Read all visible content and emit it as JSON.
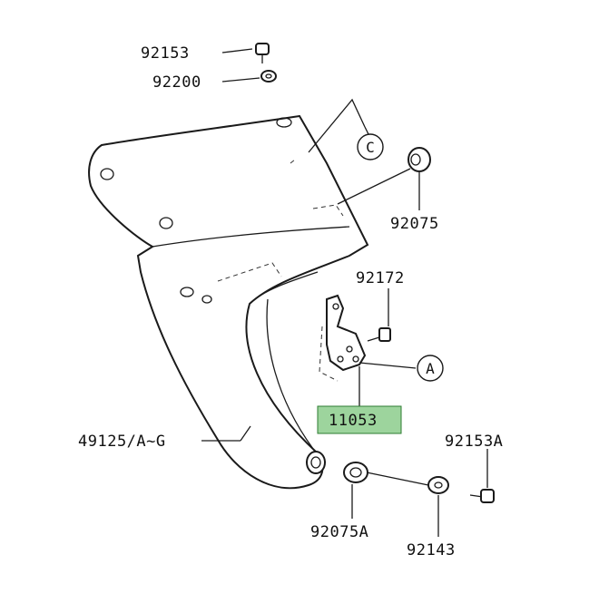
{
  "diagram": {
    "part_numbers": {
      "p92153": "92153",
      "p92200": "92200",
      "p92075": "92075",
      "p92172": "92172",
      "p11053": "11053",
      "p49125": "49125/A~G",
      "p92153A": "92153A",
      "p92075A": "92075A",
      "p92143": "92143"
    },
    "reference_markers": {
      "c": "C",
      "a": "A"
    },
    "highlight_color": "#9dd49d"
  }
}
